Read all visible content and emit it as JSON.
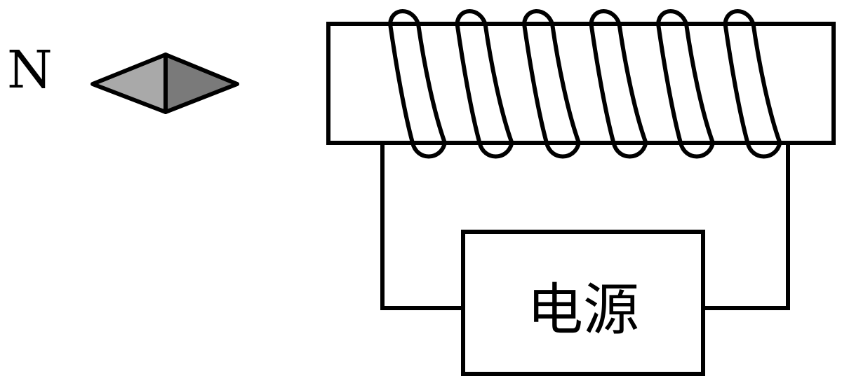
{
  "labels": {
    "north_pole": "N",
    "power_supply": "电源"
  },
  "colors": {
    "stroke": "#000000",
    "background": "#ffffff",
    "needle_left_half": "#a9a9a9",
    "needle_right_half": "#7a7a7a"
  },
  "coil": {
    "turns": 6
  }
}
